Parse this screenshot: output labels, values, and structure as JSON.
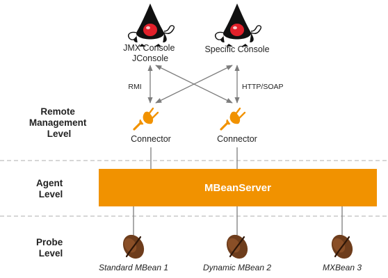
{
  "levels": {
    "remote": [
      "Remote",
      "Management",
      "Level"
    ],
    "agent": [
      "Agent",
      "Level"
    ],
    "probe": [
      "Probe",
      "Level"
    ]
  },
  "consoles": {
    "jmx": [
      "JMX Console",
      "JConsole"
    ],
    "specific": "Specific Console"
  },
  "protocols": {
    "left": "RMI",
    "right": "HTTP/SOAP"
  },
  "connectors": {
    "left": "Connector",
    "right": "Connector"
  },
  "mbean_server": "MBeanServer",
  "beans": [
    "Standard MBean 1",
    "Dynamic MBean 2",
    "MXBean 3"
  ],
  "colors": {
    "accent": "#f19200",
    "bean": "#6e3d1c",
    "line": "#7d7d7d",
    "divider": "#bdbdbd"
  },
  "icons": [
    "duke-mascot-icon",
    "plug-connector-icon",
    "coffee-bean-icon"
  ]
}
